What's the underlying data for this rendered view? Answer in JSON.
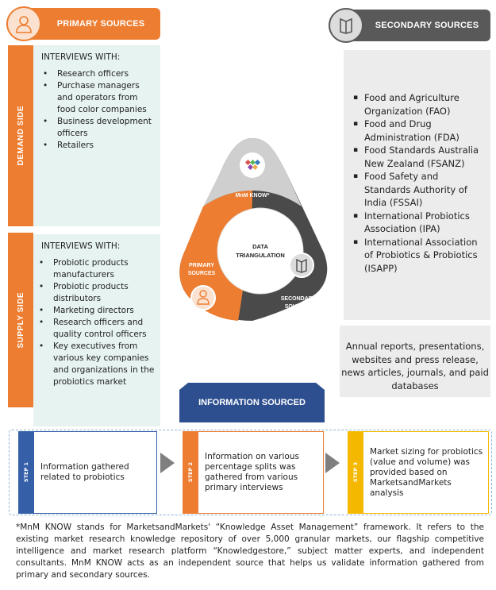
{
  "primary": {
    "header": "PRIMARY SOURCES",
    "demand_label": "DEMAND SIDE",
    "supply_label": "SUPPLY SIDE",
    "demand": {
      "title": "INTERVIEWS WITH:",
      "items": [
        "Research officers",
        "Purchase managers and operators from food color companies",
        "Business development officers",
        "Retailers"
      ]
    },
    "supply": {
      "title": "INTERVIEWS WITH:",
      "items": [
        "Probiotic products manufacturers",
        "Probiotic products distributors",
        "Marketing directors",
        "Research officers and quality control officers",
        "Key executives from various key companies and organizations in the probiotics market"
      ]
    }
  },
  "secondary": {
    "header": "SECONDARY SOURCES",
    "items": [
      "Food and Agriculture Organization (FAO)",
      "Food and Drug Administration (FDA)",
      "Food Standards Australia New Zealand (FSANZ)",
      "Food Safety and Standards Authority of India (FSSAI)",
      "International Probiotics Association (IPA)",
      "International Association of Probiotics & Probiotics (ISAPP)"
    ],
    "other": "Annual reports, presentations, websites and press release, news articles, journals, and paid databases"
  },
  "triangle": {
    "top": "MnM KNOW*",
    "center_line1": "DATA",
    "center_line2": "TRIANGULATION",
    "left_line1": "PRIMARY",
    "left_line2": "SOURCES",
    "right_line1": "SECONDARY",
    "right_line2": "SOURCES"
  },
  "info_sourced": "INFORMATION SOURCED",
  "steps": [
    {
      "tab": "STEP 1",
      "text": "Information gathered related to probiotics"
    },
    {
      "tab": "STEP 2",
      "text": "Information on various percentage splits was gathered from various primary interviews"
    },
    {
      "tab": "STEP 3",
      "text": "Market sizing for probiotics (value and volume) was provided based on MarketsandMarkets analysis"
    }
  ],
  "footnote": "*MnM KNOW stands for MarketsandMarkets' “Knowledge Asset Management” framework. It refers to the existing market research knowledge repository of over 5,000 granular markets, our flagship competitive intelligence and market research platform “Knowledgestore,” subject matter experts, and independent consultants. MnM KNOW acts as an independent source that helps us validate information gathered from primary and secondary sources.",
  "colors": {
    "orange": "#ed7d31",
    "dark_gray": "#595959",
    "blue": "#2e4f8f",
    "yellow": "#f5b800",
    "teal_panel": "#e6f3f1"
  },
  "icons": [
    "person-icon",
    "book-icon",
    "mnm-logo-icon"
  ]
}
